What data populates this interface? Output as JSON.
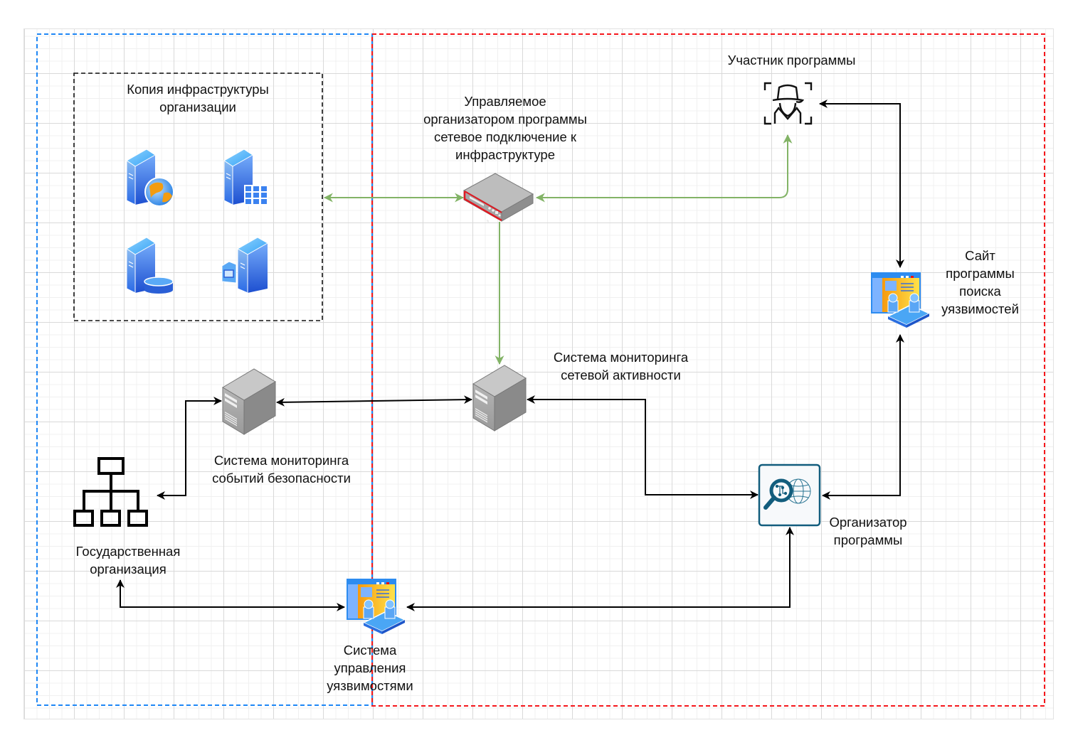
{
  "diagram": {
    "regions": [
      {
        "name": "left-zone",
        "border_color": "#1f87f5",
        "style": "dashed"
      },
      {
        "name": "right-zone",
        "border_color": "#f5161b",
        "style": "dashed"
      },
      {
        "name": "infrastructure-copy-group",
        "border_color": "#111111",
        "style": "dashed"
      }
    ],
    "nodes": {
      "infra_copy": {
        "label_line1": "Копия инфраструктуры",
        "label_line2": "организации"
      },
      "managed_connection": {
        "label_line1": "Управляемое",
        "label_line2": "организатором программы",
        "label_line3": "сетевое подключение к",
        "label_line4": "инфраструктуре",
        "icon": "network-appliance-icon"
      },
      "participant": {
        "label": "Участник программы",
        "icon": "spy-user-icon"
      },
      "bounty_site": {
        "label_line1": "Сайт",
        "label_line2": "программы",
        "label_line3": "поиска",
        "label_line4": "уязвимостей",
        "icon": "web-app-users-icon"
      },
      "network_monitoring": {
        "label_line1": "Система мониторинга",
        "label_line2": "сетевой активности",
        "icon": "server-tower-icon"
      },
      "siem": {
        "label_line1": "Система мониторинга",
        "label_line2": "событий безопасности",
        "icon": "server-tower-icon"
      },
      "gov_org": {
        "label_line1": "Государственная",
        "label_line2": "организация",
        "icon": "org-chart-icon"
      },
      "organizer": {
        "label_line1": "Организатор",
        "label_line2": "программы",
        "icon": "magnifier-network-icon"
      },
      "vuln_mgmt": {
        "label_line1": "Система",
        "label_line2": "управления",
        "label_line3": "уязвимостями",
        "icon": "web-app-users-icon"
      }
    },
    "infra_servers": [
      {
        "icon": "web-server-icon"
      },
      {
        "icon": "cluster-server-icon"
      },
      {
        "icon": "database-server-icon"
      },
      {
        "icon": "application-server-icon"
      }
    ],
    "edges": [
      {
        "from": "infra_copy",
        "to": "managed_connection",
        "color": "#82b366",
        "direction": "both"
      },
      {
        "from": "participant",
        "to": "managed_connection",
        "color": "#82b366",
        "direction": "both"
      },
      {
        "from": "managed_connection",
        "to": "network_monitoring",
        "color": "#82b366",
        "direction": "forward"
      },
      {
        "from": "siem",
        "to": "network_monitoring",
        "color": "#000000",
        "direction": "both"
      },
      {
        "from": "gov_org",
        "to": "siem",
        "color": "#000000",
        "direction": "both"
      },
      {
        "from": "network_monitoring",
        "to": "organizer",
        "color": "#000000",
        "direction": "both"
      },
      {
        "from": "organizer",
        "to": "bounty_site",
        "color": "#000000",
        "direction": "both"
      },
      {
        "from": "bounty_site",
        "to": "participant",
        "color": "#000000",
        "direction": "both"
      },
      {
        "from": "gov_org",
        "to": "vuln_mgmt",
        "color": "#000000",
        "direction": "both"
      },
      {
        "from": "vuln_mgmt",
        "to": "organizer",
        "color": "#000000",
        "direction": "both"
      }
    ]
  }
}
